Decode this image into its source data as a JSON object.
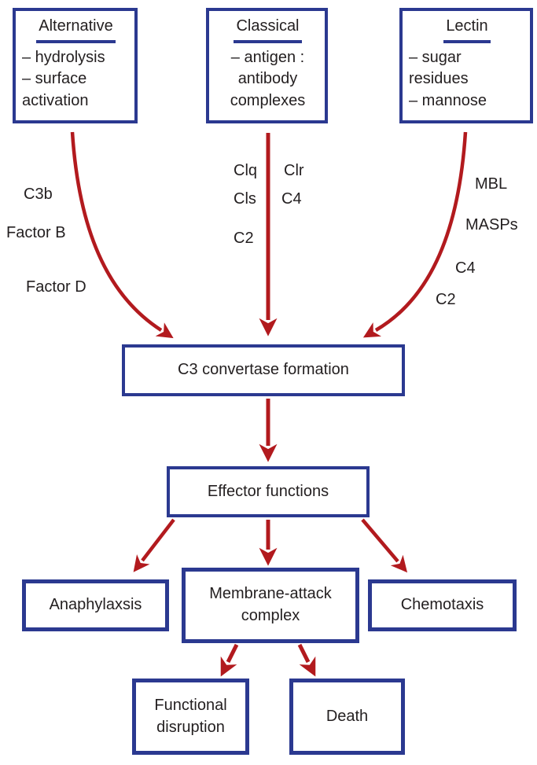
{
  "colors": {
    "box_border": "#2B3990",
    "arrow": "#B21A1E",
    "text": "#231F20",
    "background": "#FFFFFF"
  },
  "pathways": {
    "alternative": {
      "title": "Alternative",
      "items": [
        "– hydrolysis",
        "– surface activation"
      ],
      "arrow_labels": [
        "C3b",
        "Factor B",
        "Factor D"
      ]
    },
    "classical": {
      "title": "Classical",
      "items": [
        "– antigen : antibody complexes"
      ],
      "arrow_labels_left": [
        "Clq",
        "Cls",
        "C2"
      ],
      "arrow_labels_right": [
        "Clr",
        "C4"
      ]
    },
    "lectin": {
      "title": "Lectin",
      "items": [
        "– sugar residues",
        "– mannose"
      ],
      "arrow_labels": [
        "MBL",
        "MASPs",
        "C4",
        "C2"
      ]
    }
  },
  "nodes": {
    "c3_convertase": "C3 convertase formation",
    "effector_functions": "Effector functions",
    "anaphylaxsis": "Anaphylaxsis",
    "membrane_attack_complex": "Membrane-attack complex",
    "chemotaxis": "Chemotaxis",
    "functional_disruption": "Functional disruption",
    "death": "Death"
  }
}
